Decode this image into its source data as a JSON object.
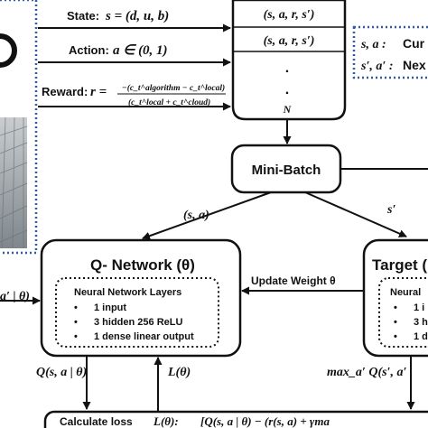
{
  "inputs": {
    "state": {
      "label": "State:",
      "formula": "s = (d, u, b)"
    },
    "action": {
      "label": "Action:",
      "formula": "a ∈ (0, 1)"
    },
    "reward": {
      "label": "Reward:",
      "lhs": "r =",
      "numerator": "−(c_t^algorithm − c_t^local)",
      "denominator": "(c_t^local + c_t^cloud)"
    }
  },
  "replay_buffer": {
    "row1": "(s, a, r, s′)",
    "row2": "(s, a, r, s′)",
    "ellipsis": ".",
    "size": "N"
  },
  "legend": {
    "line1_sym": "s, a :",
    "line1_text": "Cur",
    "line2_sym": "s′, a′ :",
    "line2_text": "Nex"
  },
  "minibatch": {
    "label": "Mini-Batch"
  },
  "edge_labels": {
    "to_q": "(s, a)",
    "to_target": "s′",
    "left_input": "a′ | θ)",
    "update": "Update Weight θ",
    "q_out": "Q(s, a | θ)",
    "loss": "L(θ)",
    "max": "max_a′ Q(s′, a′"
  },
  "q_network": {
    "title": "Q- Network (θ)",
    "layers_title": "Neural Network Layers",
    "layers": [
      "1 input",
      "3 hidden 256 ReLU",
      "1 dense linear output"
    ]
  },
  "target_network": {
    "title": "Target (",
    "layers_title": "Neural",
    "layers": [
      "1 i",
      "3 h",
      "1 d"
    ]
  },
  "loss_box": {
    "label": "Calculate loss",
    "loss_sym": "L(θ):",
    "formula": "[Q(s, a | θ) − (r(s, a) + γma"
  },
  "colors": {
    "dotted_frame": "#2f5aa8",
    "line": "#111111",
    "photo": "#9aa3a8"
  }
}
